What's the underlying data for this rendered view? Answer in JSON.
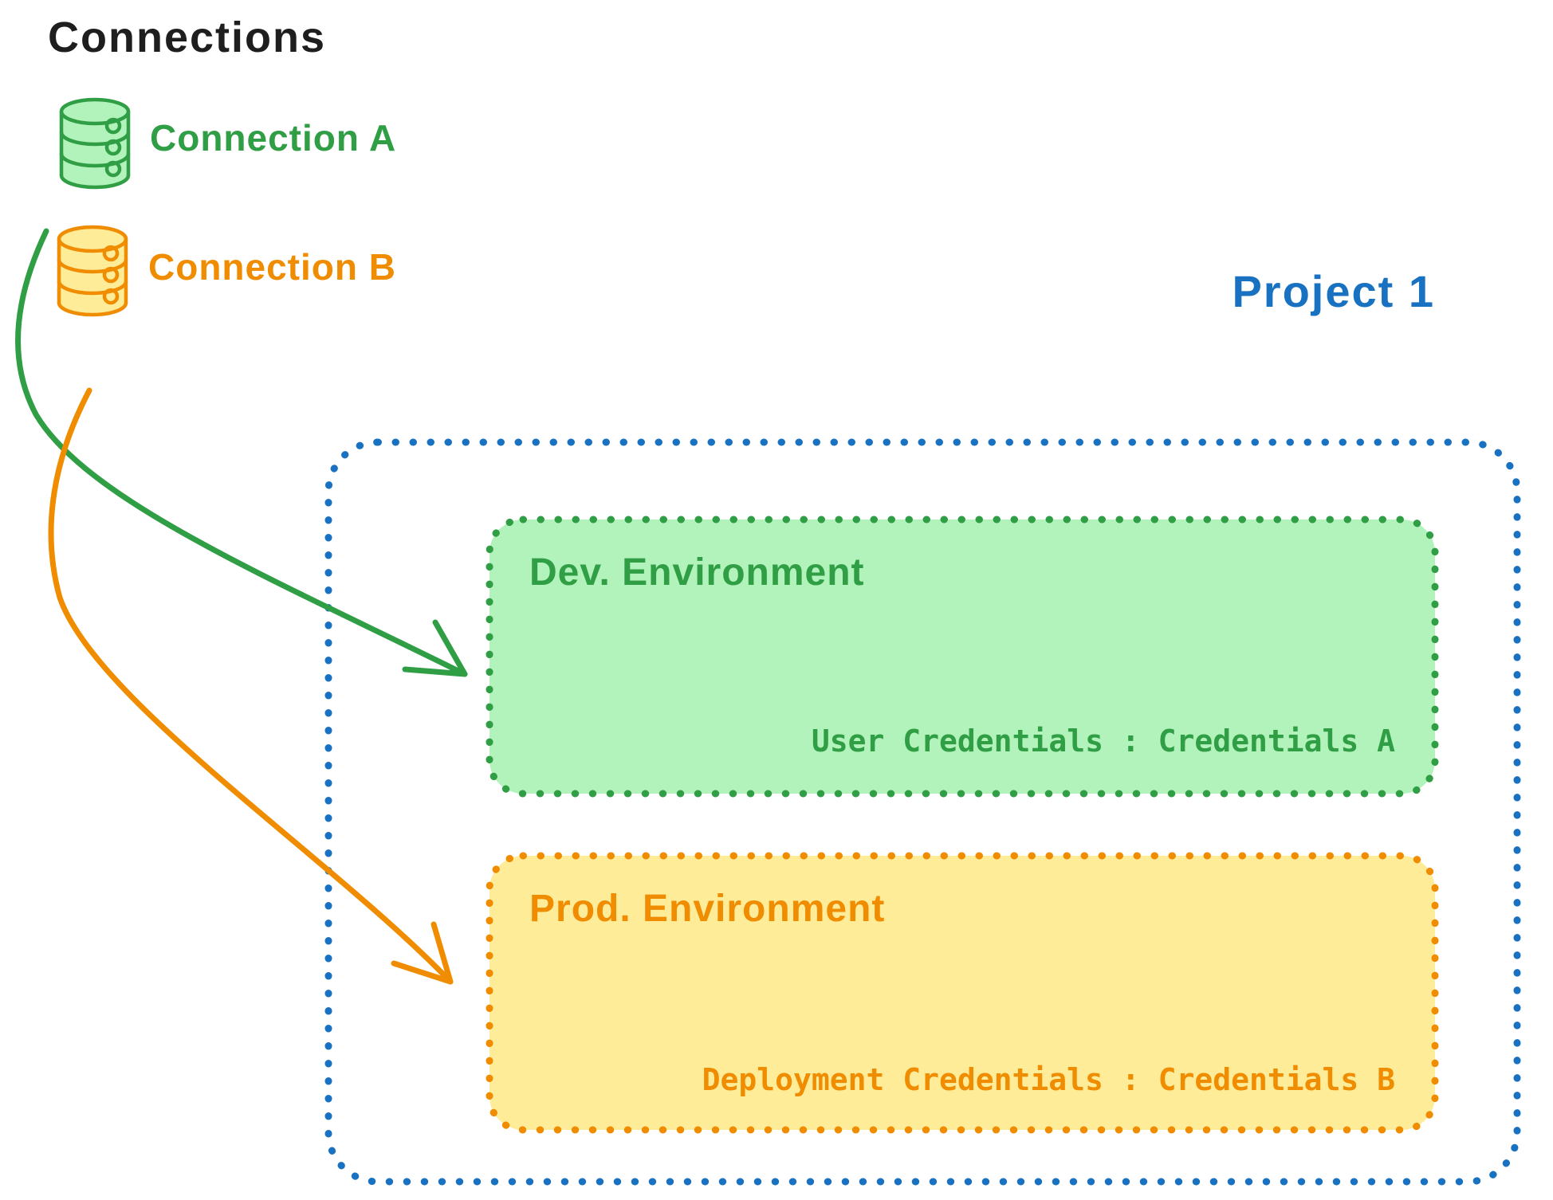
{
  "title": "Connections",
  "connections": [
    {
      "label": "Connection A",
      "icon": "database-icon",
      "stroke_color": "#2f9e44",
      "fill_color": "#b2f2bb"
    },
    {
      "label": "Connection B",
      "icon": "database-icon",
      "stroke_color": "#f08c00",
      "fill_color": "#ffec99"
    }
  ],
  "project": {
    "label": "Project 1",
    "border_color": "#1971c2",
    "environments": [
      {
        "name": "Dev. Environment",
        "credentials": "User Credentials : Credentials A",
        "stroke_color": "#2f9e44",
        "fill_color": "#b2f2bb",
        "linked_connection": "Connection A"
      },
      {
        "name": "Prod. Environment",
        "credentials": "Deployment Credentials : Credentials B",
        "stroke_color": "#f08c00",
        "fill_color": "#ffec99",
        "linked_connection": "Connection B"
      }
    ]
  },
  "colors": {
    "green": "#2f9e44",
    "green_fill": "#b2f2bb",
    "orange": "#f08c00",
    "orange_fill": "#ffec99",
    "blue": "#1971c2",
    "black": "#1e1e1e"
  }
}
